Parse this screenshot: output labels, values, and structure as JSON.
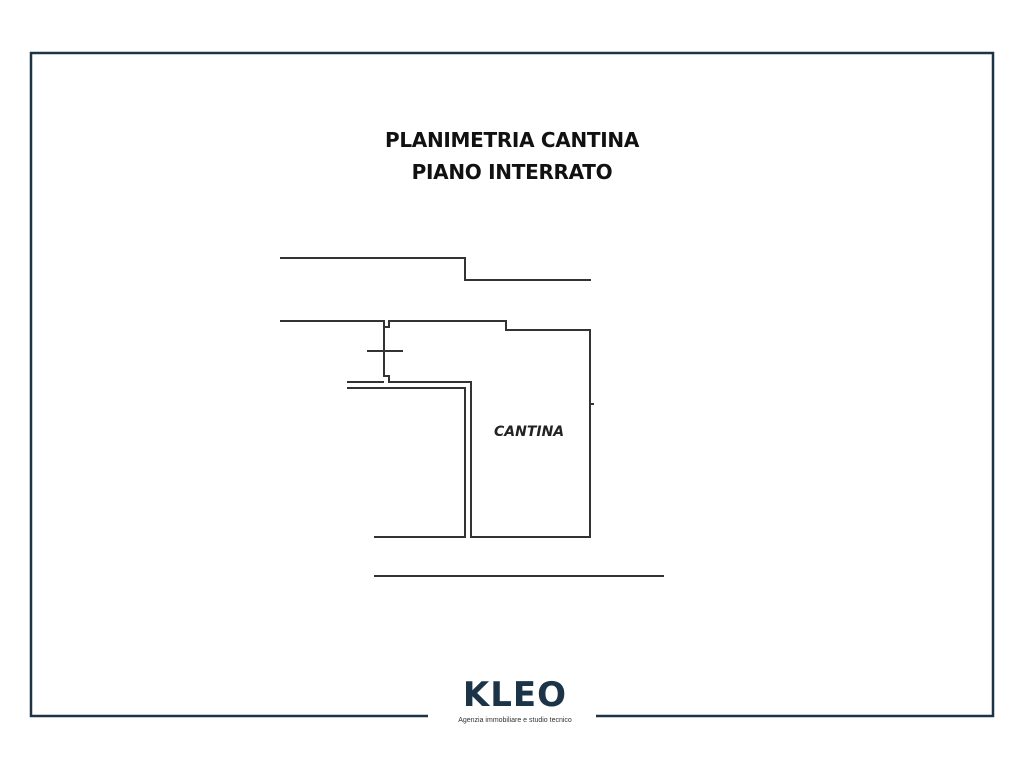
{
  "title": {
    "line1": "PLANIMETRIA CANTINA",
    "line2": "PIANO INTERRATO"
  },
  "room_label": "CANTINA",
  "logo": {
    "name": "KLEO",
    "tagline": "Agenzia immobiliare e studio tecnico"
  },
  "colors": {
    "frame": "#1c3447",
    "logo_accent": "#d8232a",
    "walls": "#333333"
  }
}
